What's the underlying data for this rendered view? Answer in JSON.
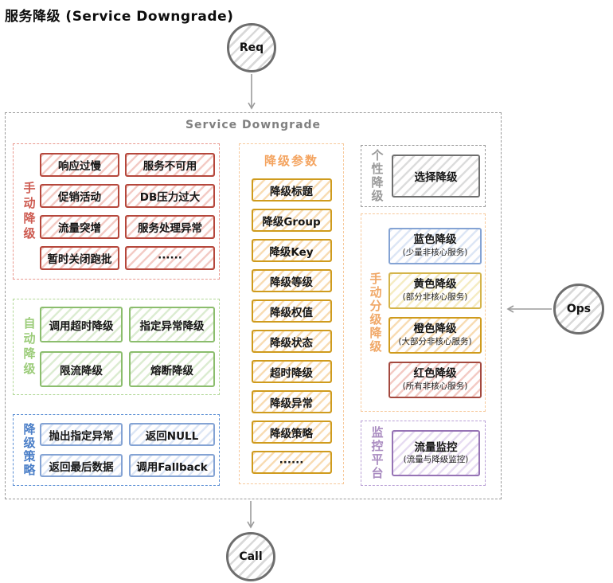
{
  "title": "服务降级 (Service Downgrade)",
  "nodes": {
    "req": "Req",
    "ops": "Ops",
    "call": "Call"
  },
  "container": {
    "label": "Service Downgrade"
  },
  "groups": {
    "manual": {
      "label": "手动降级",
      "items": [
        "响应过慢",
        "服务不可用",
        "促销活动",
        "DB压力过大",
        "流量突增",
        "服务处理异常",
        "暂时关闭跑批",
        "······"
      ]
    },
    "auto": {
      "label": "自动降级",
      "items": [
        "调用超时降级",
        "指定异常降级",
        "限流降级",
        "熔断降级"
      ]
    },
    "strategy": {
      "label": "降级策略",
      "items": [
        "抛出指定异常",
        "返回NULL",
        "返回最后数据",
        "调用Fallback"
      ]
    },
    "params": {
      "label": "降级参数",
      "items": [
        "降级标题",
        "降级Group",
        "降级Key",
        "降级等级",
        "降级权值",
        "降级状态",
        "超时降级",
        "降级异常",
        "降级策略",
        "······"
      ]
    },
    "personal": {
      "label": "个性降级",
      "items": [
        "选择降级"
      ]
    },
    "graded": {
      "label": "手动分级降级",
      "items": [
        {
          "title": "蓝色降级",
          "subtitle": "(少量非核心服务)"
        },
        {
          "title": "黄色降级",
          "subtitle": "(部分非核心服务)"
        },
        {
          "title": "橙色降级",
          "subtitle": "(大部分非核心服务)"
        },
        {
          "title": "红色降级",
          "subtitle": "(所有非核心服务)"
        }
      ]
    },
    "monitor": {
      "label": "监控平台",
      "items": [
        {
          "title": "流量监控",
          "subtitle": "(流量与降级监控)"
        }
      ]
    }
  },
  "colors": {
    "red_border": "#b5473c",
    "red_label": "#cd5a50",
    "red_dash": "#e9998f",
    "green_border": "#8bbd6d",
    "green_label": "#9ccc7a",
    "green_dash": "#b2d898",
    "blue_border": "#84a3d4",
    "blue_label": "#4a7ec7",
    "blue_dash": "#5b8fd4",
    "orange_border": "#cf9b1d",
    "orange_label": "#f4a460",
    "orange_dash": "#f7c99b",
    "gray_border": "#6f6f6f",
    "gray_label": "#9a9a9a",
    "yellow_border": "#d4b44a",
    "darkred_border": "#a4493f",
    "purple_border": "#9673b5",
    "purple_label": "#a98bc0",
    "purple_dash": "#b9a0d6",
    "container_dash": "#9a9a9a",
    "arrow": "#9b9b9b",
    "node_border": "#6e6e6e"
  }
}
